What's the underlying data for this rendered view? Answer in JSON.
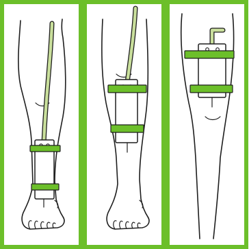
{
  "colors": {
    "frame_green": "#6cbf2a",
    "strap_green": "#6cbf2a",
    "tube_green": "#c9df9c",
    "outline": "#1e1e1e",
    "background": "#ffffff"
  },
  "panels": [
    {
      "name": "panel-lower-leg-bag",
      "shows": "leg-bag-icon"
    },
    {
      "name": "panel-calf-leg-bag",
      "shows": "leg-bag-icon"
    },
    {
      "name": "panel-thigh-leg-bag",
      "shows": "leg-bag-icon"
    }
  ]
}
